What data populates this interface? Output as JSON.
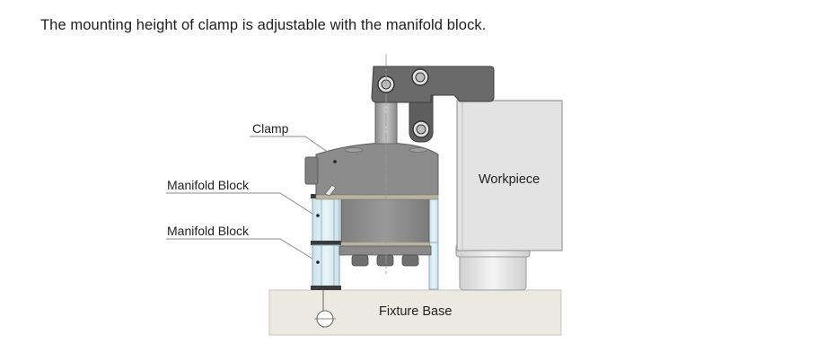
{
  "caption": "The mounting height of clamp is adjustable with the manifold block.",
  "labels": {
    "clamp": "Clamp",
    "manifold_block_upper": "Manifold Block",
    "manifold_block_lower": "Manifold Block",
    "workpiece": "Workpiece",
    "fixture_base": "Fixture Base"
  },
  "colors": {
    "clamp_body": "#8c8c8c",
    "clamp_arm": "#6a6a6a",
    "manifold_block": "#d6e9f2",
    "workpiece": "#e3e3e3",
    "fixture_base": "#ece9e2",
    "leader_line": "#8a8a8a"
  }
}
